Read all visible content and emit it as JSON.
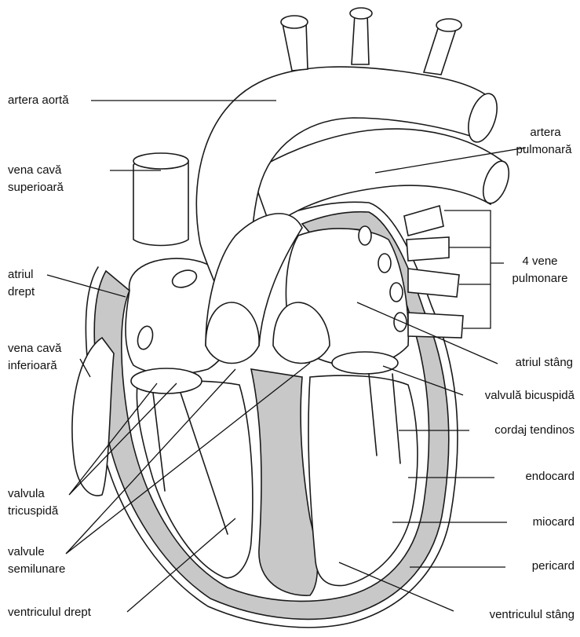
{
  "labels": {
    "artera_aorta": "artera aortă",
    "vena_cava_superioara": [
      "vena cavă",
      "superioară"
    ],
    "atriul_drept": [
      "atriul",
      "drept"
    ],
    "vena_cava_inferioara": [
      "vena cavă",
      "inferioară"
    ],
    "valvula_tricuspida": [
      "valvula",
      "tricuspidă"
    ],
    "valvule_semilunare": [
      "valvule",
      "semilunare"
    ],
    "ventriculul_drept": "ventriculul drept",
    "artera_pulmonara": [
      "artera",
      "pulmonară"
    ],
    "vene_pulmonare": [
      "4 vene",
      "pulmonare"
    ],
    "atriul_stang": "atriul stâng",
    "valvula_bicuspida": "valvulă bicuspidă",
    "cordaj_tendinos": "cordaj tendinos",
    "endocard": "endocard",
    "miocard": "miocard",
    "pericard": "pericard",
    "ventriculul_stang": "ventriculul stâng"
  }
}
